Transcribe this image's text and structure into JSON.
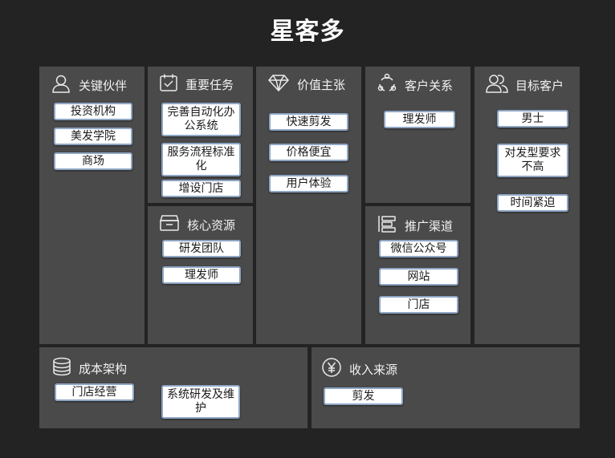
{
  "title": "星客多",
  "blocks": {
    "key_partners": {
      "label": "关键伙伴",
      "icon": "person-icon",
      "items": [
        "投资机构",
        "美发学院",
        "商场"
      ]
    },
    "key_activities": {
      "label": "重要任务",
      "icon": "calendar-check-icon",
      "items": [
        "完善自动化办公系统",
        "服务流程标准化",
        "增设门店"
      ]
    },
    "key_resources": {
      "label": "核心资源",
      "icon": "drawer-icon",
      "items": [
        "研发团队",
        "理发师"
      ]
    },
    "value_propositions": {
      "label": "价值主张",
      "icon": "diamond-icon",
      "items": [
        "快速剪发",
        "价格便宜",
        "用户体验"
      ]
    },
    "customer_relationships": {
      "label": "客户关系",
      "icon": "share-network-icon",
      "items": [
        "理发师"
      ]
    },
    "channels": {
      "label": "推广渠道",
      "icon": "channel-icon",
      "items": [
        "微信公众号",
        "网站",
        "门店"
      ]
    },
    "customer_segments": {
      "label": "目标客户",
      "icon": "people-icon",
      "items": [
        "男士",
        "对发型要求不高",
        "时间紧迫"
      ]
    },
    "cost_structure": {
      "label": "成本架构",
      "icon": "database-icon",
      "items": [
        "门店经营",
        "系统研发及维护"
      ]
    },
    "revenue_streams": {
      "label": "收入来源",
      "icon": "yen-coin-icon",
      "items": [
        "剪发"
      ]
    }
  }
}
